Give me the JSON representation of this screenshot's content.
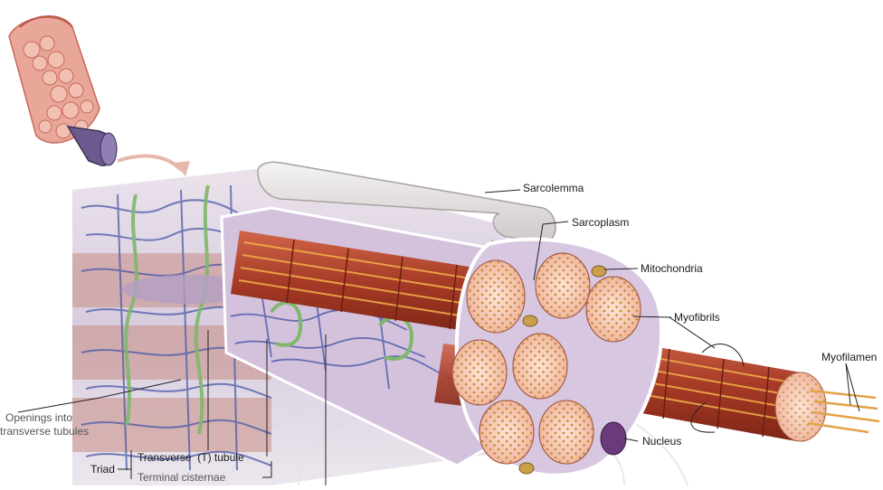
{
  "diagram": {
    "labels": {
      "sarcolemma": "Sarcolemma",
      "sarcoplasm": "Sarcoplasm",
      "mitochondria": "Mitochondria",
      "myofibrils": "Myofibrils",
      "myofilaments": "Myofilamen",
      "nucleus": "Nucleus",
      "openings_line1": "Openings into",
      "openings_line2": "transverse tubules",
      "triad": "Triad",
      "transverse_tubule_pre": "Transverse",
      "transverse_tubule_t": "(T)",
      "transverse_tubule_post": "tubule",
      "terminal_cisternae": "Terminal cisternae"
    },
    "colors": {
      "muscle_red": "#b2452f",
      "myofibril_end": "#f6c9b6",
      "reticulum_blue": "#4a58a8",
      "t_tubule_green": "#7fb86a",
      "sarcolemma_grey": "#d9d4d2",
      "nucleus_purple": "#6b3a7a"
    }
  }
}
